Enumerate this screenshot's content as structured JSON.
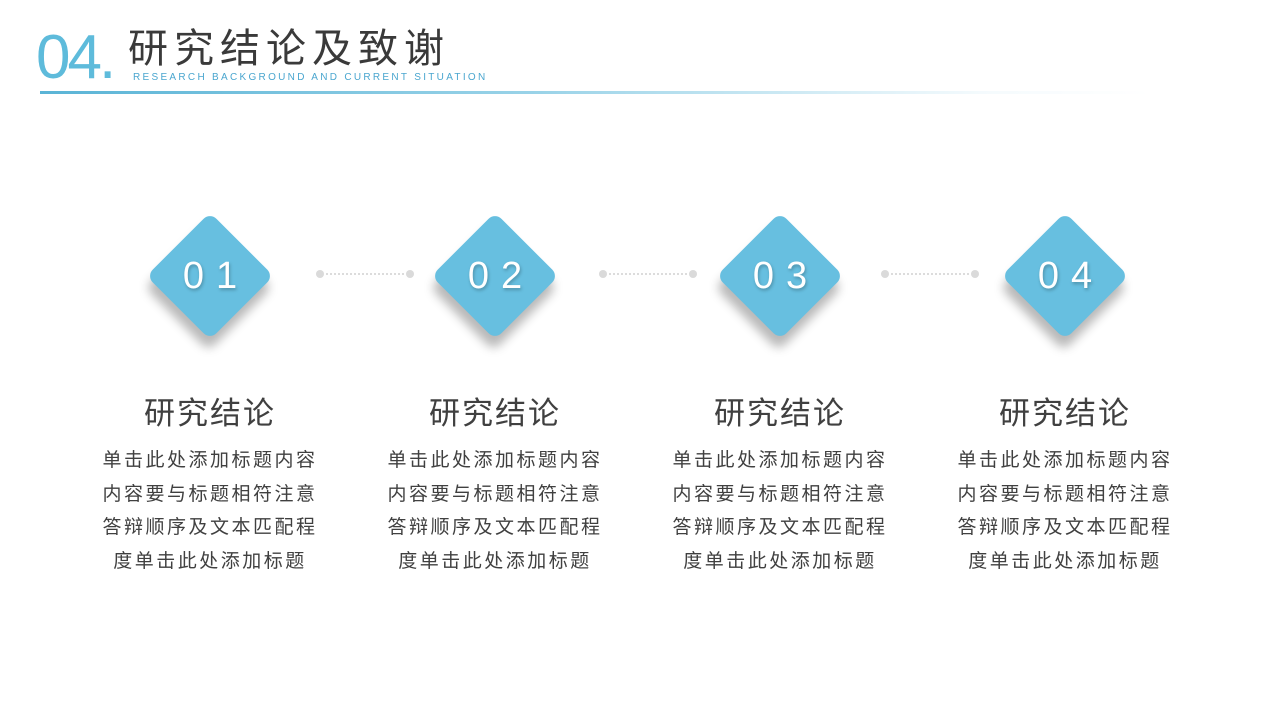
{
  "header": {
    "number": "04.",
    "title": "研究结论及致谢",
    "subtitle": "RESEARCH BACKGROUND AND CURRENT SITUATION"
  },
  "colors": {
    "accent": "#67bfe0",
    "text": "#404040"
  },
  "steps": [
    {
      "number": "01",
      "title": "研究结论",
      "lines": [
        "单击此处添加标题内容",
        "内容要与标题相符注意",
        "答辩顺序及文本匹配程",
        "度单击此处添加标题"
      ]
    },
    {
      "number": "02",
      "title": "研究结论",
      "lines": [
        "单击此处添加标题内容",
        "内容要与标题相符注意",
        "答辩顺序及文本匹配程",
        "度单击此处添加标题"
      ]
    },
    {
      "number": "03",
      "title": "研究结论",
      "lines": [
        "单击此处添加标题内容",
        "内容要与标题相符注意",
        "答辩顺序及文本匹配程",
        "度单击此处添加标题"
      ]
    },
    {
      "number": "04",
      "title": "研究结论",
      "lines": [
        "单击此处添加标题内容",
        "内容要与标题相符注意",
        "答辩顺序及文本匹配程",
        "度单击此处添加标题"
      ]
    }
  ]
}
